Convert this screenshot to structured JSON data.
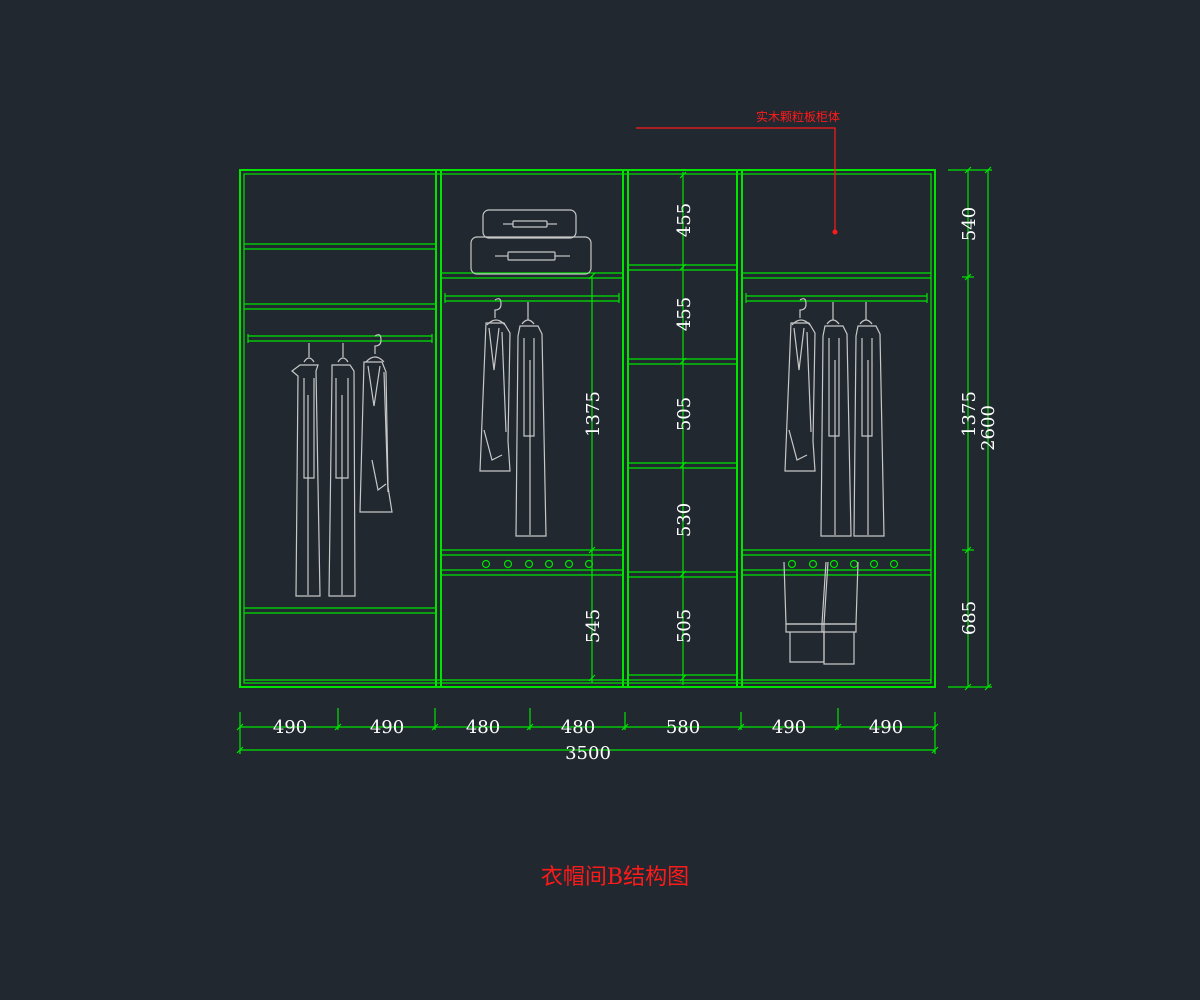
{
  "title": "衣帽间B结构图",
  "leader_label": "实木颗粒板柜体",
  "colors": {
    "background": "#212830",
    "cabinet_lines": "#00e400",
    "annotation": "#ff1a1a",
    "dimension_text": "#ffffff",
    "clothes": "#c8c8c8"
  },
  "dimensions": {
    "bottom_segments": [
      "490",
      "490",
      "480",
      "480",
      "580",
      "490",
      "490"
    ],
    "total_width": "3500",
    "middle_column": [
      "455",
      "455",
      "505",
      "530",
      "505"
    ],
    "section_two_hanging": "1375",
    "section_two_bottom": "545",
    "right_side": [
      "540",
      "1375",
      "685"
    ],
    "total_height": "2600"
  },
  "icons": [
    "suitcase-icon",
    "hanging-shirt-icon",
    "hanging-trousers-icon",
    "hanging-jacket-icon",
    "folded-trousers-icon",
    "hook-icon"
  ]
}
